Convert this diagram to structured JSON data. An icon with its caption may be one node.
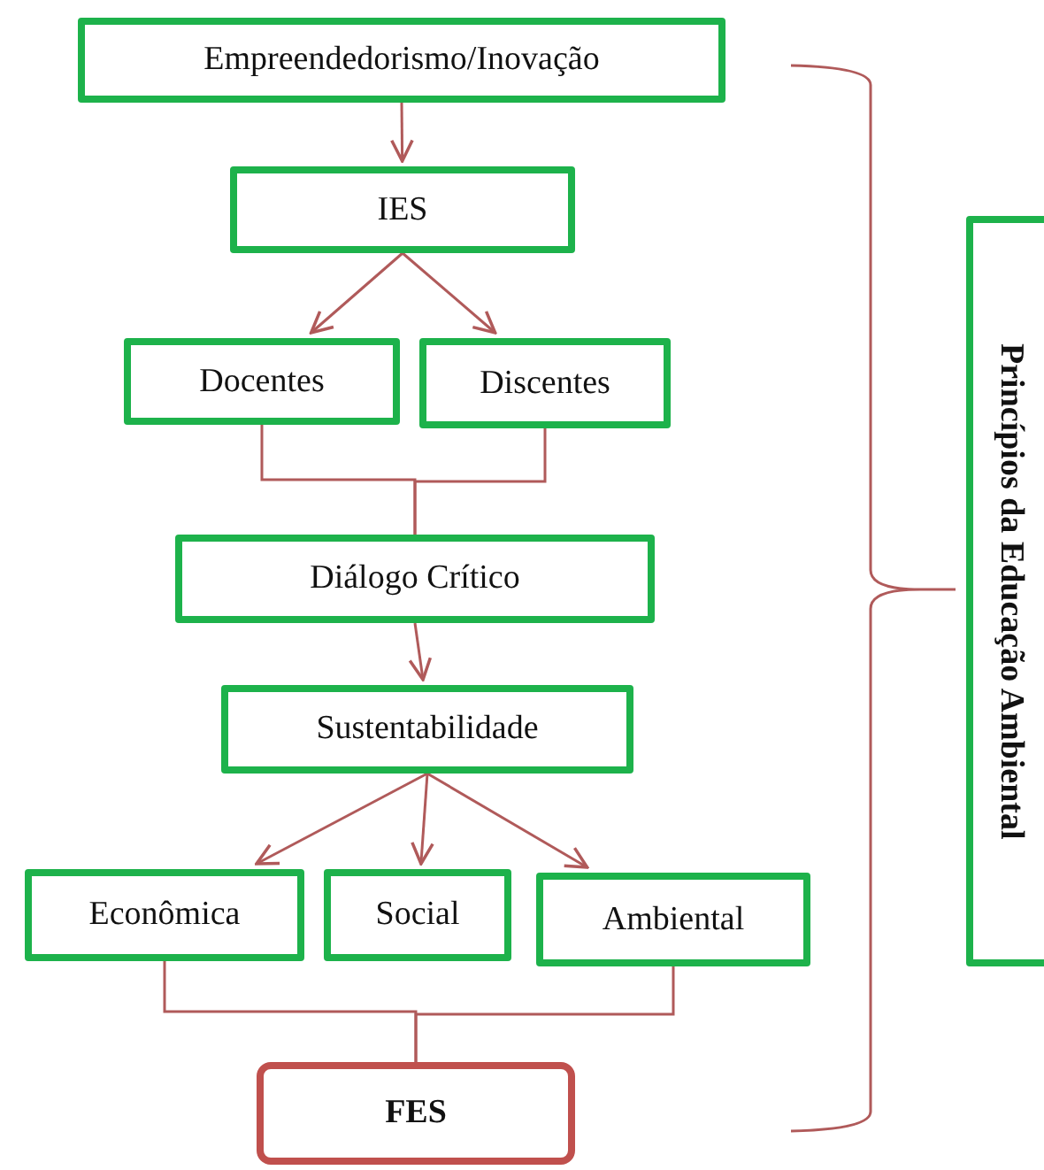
{
  "diagram": {
    "nodes": [
      {
        "text": [
          "Empreendedorismo/Inovação"
        ]
      },
      {
        "text": [
          "IES"
        ]
      },
      {
        "text": [
          "Docentes"
        ]
      },
      {
        "text": [
          "Discentes"
        ]
      },
      {
        "text": [
          "Diálogo Crítico"
        ]
      },
      {
        "text": [
          "Sustentabilidade"
        ]
      },
      {
        "text": [
          "Econômica"
        ]
      },
      {
        "text": [
          "Social"
        ]
      },
      {
        "text": [
          "Ambiental"
        ]
      },
      {
        "text": [
          "FES"
        ]
      },
      {
        "text": [
          "Princípios da Educação Ambiental"
        ]
      }
    ],
    "edges": [
      {
        "from": 0,
        "to": 1,
        "arrow": "to"
      },
      {
        "from": 1,
        "to": 2,
        "arrow": "to"
      },
      {
        "from": 1,
        "to": 3,
        "arrow": "to"
      },
      {
        "from": 2,
        "to": 4,
        "arrow": "none"
      },
      {
        "from": 3,
        "to": 4,
        "arrow": "none"
      },
      {
        "from": 4,
        "to": 5,
        "arrow": "to"
      },
      {
        "from": 5,
        "to": 6,
        "arrow": "to"
      },
      {
        "from": 5,
        "to": 7,
        "arrow": "to"
      },
      {
        "from": 5,
        "to": 8,
        "arrow": "to"
      },
      {
        "from": 6,
        "to": 9,
        "arrow": "none"
      },
      {
        "from": 8,
        "to": 9,
        "arrow": "none"
      }
    ]
  }
}
